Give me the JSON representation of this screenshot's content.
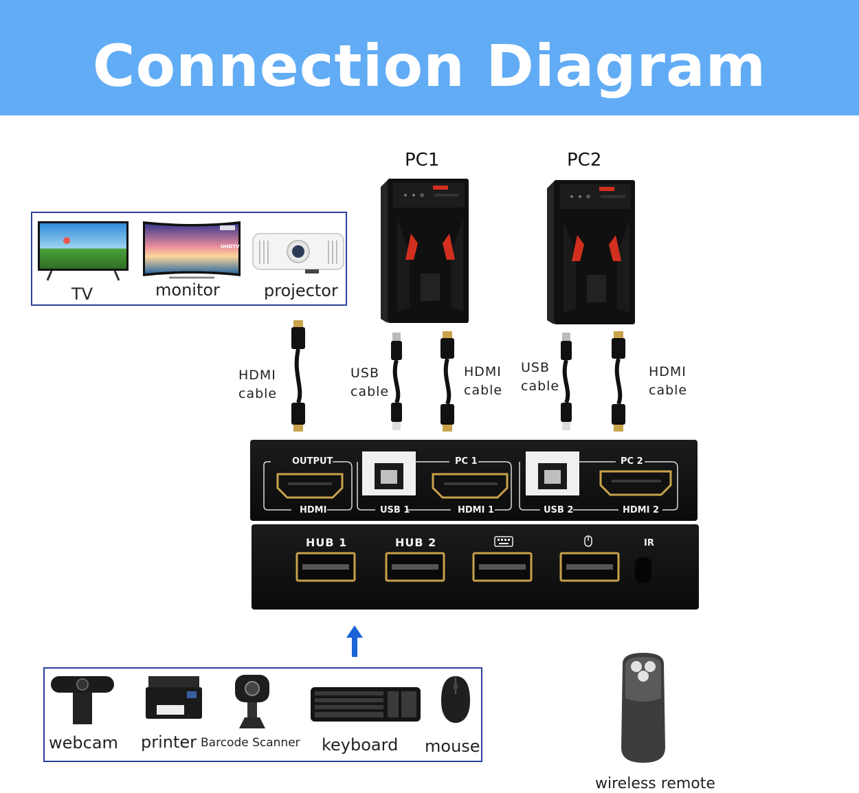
{
  "header": {
    "title": "Connection Diagram"
  },
  "pcs": {
    "pc1": "PC1",
    "pc2": "PC2"
  },
  "cables": {
    "output_hdmi": {
      "line1": "HDMI",
      "line2": "cable"
    },
    "pc1_usb": {
      "line1": "USB",
      "line2": "cable"
    },
    "pc1_hdmi": {
      "line1": "HDMI",
      "line2": "cable"
    },
    "pc2_usb": {
      "line1": "USB",
      "line2": "cable"
    },
    "pc2_hdmi": {
      "line1": "HDMI",
      "line2": "cable"
    }
  },
  "displays": {
    "tv": "TV",
    "monitor": "monitor",
    "projector": "projector",
    "monitor_badge": "UHDTV"
  },
  "switch_back": {
    "output": "OUTPUT",
    "hdmi": "HDMI",
    "pc1": "PC 1",
    "usb1": "USB 1",
    "hdmi1": "HDMI 1",
    "pc2": "PC 2",
    "usb2": "USB 2",
    "hdmi2": "HDMI 2"
  },
  "switch_front": {
    "hub1": "HUB 1",
    "hub2": "HUB 2",
    "ir": "IR"
  },
  "peripherals": {
    "webcam": "webcam",
    "printer": "printer",
    "scanner": "Barcode Scanner",
    "keyboard": "keyboard",
    "mouse": "mouse"
  },
  "remote": {
    "label": "wireless remote"
  },
  "colors": {
    "banner": "#62acf5",
    "box_border": "#2a3f9a",
    "arrow": "#1a64d8",
    "accent_red": "#d32f1f"
  }
}
